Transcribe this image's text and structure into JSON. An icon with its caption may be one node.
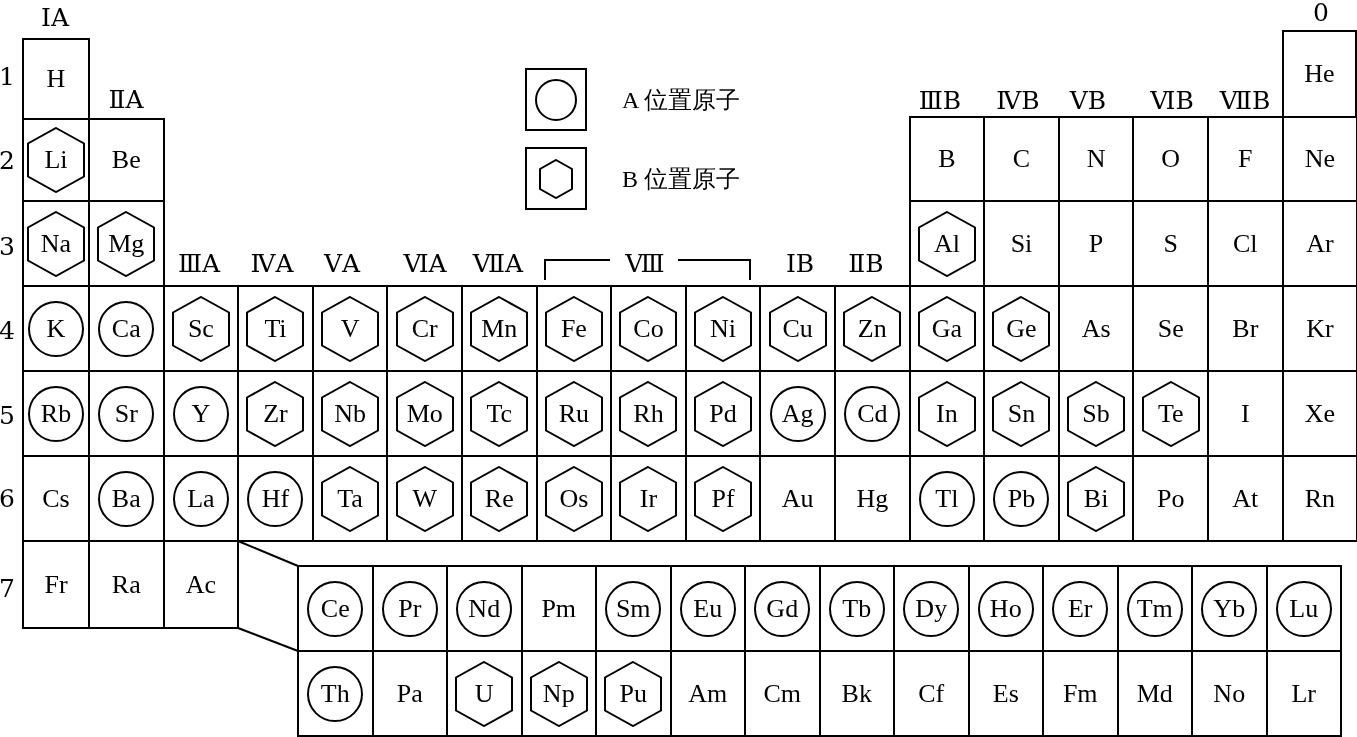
{
  "diagram": {
    "nodes": [
      {
        "text": [
          "H"
        ]
      },
      {
        "text": [
          "He"
        ]
      },
      {
        "text": [],
        "shape": "box"
      },
      {
        "text": [
          "Li"
        ],
        "in": 2
      },
      {
        "text": [
          "Be"
        ]
      },
      {
        "text": [
          "B"
        ]
      },
      {
        "text": [
          "C"
        ]
      },
      {
        "text": [
          "N"
        ]
      },
      {
        "text": [
          "O"
        ]
      },
      {
        "text": [
          "F"
        ]
      },
      {
        "text": [
          "Ne"
        ]
      },
      {
        "text": [],
        "shape": "box"
      },
      {
        "text": [
          "Na"
        ],
        "in": 11
      },
      {
        "text": [],
        "shape": "box"
      },
      {
        "text": [
          "Mg"
        ],
        "in": 13
      },
      {
        "text": [],
        "shape": "box"
      },
      {
        "text": [
          "Al"
        ],
        "in": 15
      },
      {
        "text": [
          "Si"
        ]
      },
      {
        "text": [
          "P"
        ]
      },
      {
        "text": [
          "S"
        ]
      },
      {
        "text": [
          "Cl"
        ]
      },
      {
        "text": [
          "Ar"
        ]
      },
      {
        "text": [],
        "shape": "box"
      },
      {
        "text": [
          "K"
        ],
        "in": 22
      },
      {
        "text": [],
        "shape": "box"
      },
      {
        "text": [
          "Ca"
        ],
        "in": 24
      },
      {
        "text": [],
        "shape": "box"
      },
      {
        "text": [
          "Sc"
        ],
        "in": 26
      },
      {
        "text": [],
        "shape": "box"
      },
      {
        "text": [
          "Ti"
        ],
        "in": 28
      },
      {
        "text": [],
        "shape": "box"
      },
      {
        "text": [
          "V"
        ],
        "in": 30
      },
      {
        "text": [],
        "shape": "box"
      },
      {
        "text": [
          "Cr"
        ],
        "in": 32
      },
      {
        "text": [],
        "shape": "box"
      },
      {
        "text": [
          "Mn"
        ],
        "in": 34
      },
      {
        "text": [],
        "shape": "box"
      },
      {
        "text": [
          "Fe"
        ],
        "in": 36
      },
      {
        "text": [],
        "shape": "box"
      },
      {
        "text": [
          "Co"
        ],
        "in": 38
      },
      {
        "text": [],
        "shape": "box"
      },
      {
        "text": [
          "Ni"
        ],
        "in": 40
      },
      {
        "text": [],
        "shape": "box"
      },
      {
        "text": [
          "Cu"
        ],
        "in": 42
      },
      {
        "text": [],
        "shape": "box"
      },
      {
        "text": [
          "Zn"
        ],
        "in": 44
      },
      {
        "text": [],
        "shape": "box"
      },
      {
        "text": [
          "Ga"
        ],
        "in": 46
      },
      {
        "text": [],
        "shape": "box"
      },
      {
        "text": [
          "Ge"
        ],
        "in": 48
      },
      {
        "text": [
          "As"
        ]
      },
      {
        "text": [
          "Se"
        ]
      },
      {
        "text": [
          "Br"
        ]
      },
      {
        "text": [
          "Kr"
        ]
      },
      {
        "text": [],
        "shape": "box"
      },
      {
        "text": [
          "Rb"
        ],
        "in": 54
      },
      {
        "text": [],
        "shape": "box"
      },
      {
        "text": [
          "Sr"
        ],
        "in": 56
      },
      {
        "text": [],
        "shape": "box"
      },
      {
        "text": [
          "Y"
        ],
        "in": 58
      },
      {
        "text": [],
        "shape": "box"
      },
      {
        "text": [
          "Zr"
        ],
        "in": 60
      },
      {
        "text": [],
        "shape": "box"
      },
      {
        "text": [
          "Nb"
        ],
        "in": 62
      },
      {
        "text": [],
        "shape": "box"
      },
      {
        "text": [
          "Mo"
        ],
        "in": 64
      },
      {
        "text": [],
        "shape": "box"
      },
      {
        "text": [
          "Tc"
        ],
        "in": 66
      },
      {
        "text": [],
        "shape": "box"
      },
      {
        "text": [
          "Ru"
        ],
        "in": 68
      },
      {
        "text": [],
        "shape": "box"
      },
      {
        "text": [
          "Rh"
        ],
        "in": 70
      },
      {
        "text": [],
        "shape": "box"
      },
      {
        "text": [
          "Pd"
        ],
        "in": 72
      },
      {
        "text": [],
        "shape": "box"
      },
      {
        "text": [
          "Ag"
        ],
        "in": 74
      },
      {
        "text": [],
        "shape": "box"
      },
      {
        "text": [
          "Cd"
        ],
        "in": 76
      },
      {
        "text": [],
        "shape": "box"
      },
      {
        "text": [
          "In"
        ],
        "in": 78
      },
      {
        "text": [],
        "shape": "box"
      },
      {
        "text": [
          "Sn"
        ],
        "in": 80
      },
      {
        "text": [],
        "shape": "box"
      },
      {
        "text": [
          "Sb"
        ],
        "in": 82
      },
      {
        "text": [],
        "shape": "box"
      },
      {
        "text": [
          "Te"
        ],
        "in": 84
      },
      {
        "text": [
          "I"
        ]
      },
      {
        "text": [
          "Xe"
        ]
      },
      {
        "text": [
          "Cs"
        ]
      },
      {
        "text": [],
        "shape": "box"
      },
      {
        "text": [
          "Ba"
        ],
        "in": 89
      },
      {
        "text": [],
        "shape": "box"
      },
      {
        "text": [
          "La"
        ],
        "in": 91
      },
      {
        "text": [],
        "shape": "box"
      },
      {
        "text": [
          "Hf"
        ],
        "in": 93
      },
      {
        "text": [],
        "shape": "box"
      },
      {
        "text": [
          "Ta"
        ],
        "in": 95
      },
      {
        "text": [],
        "shape": "box"
      },
      {
        "text": [
          "W"
        ],
        "in": 97
      },
      {
        "text": [],
        "shape": "box"
      },
      {
        "text": [
          "Re"
        ],
        "in": 99
      },
      {
        "text": [],
        "shape": "box"
      },
      {
        "text": [
          "Os"
        ],
        "in": 101
      },
      {
        "text": [],
        "shape": "box"
      },
      {
        "text": [
          "Ir"
        ],
        "in": 103
      },
      {
        "text": [],
        "shape": "box"
      },
      {
        "text": [
          "Pf"
        ],
        "in": 105
      },
      {
        "text": [
          "Au"
        ]
      },
      {
        "text": [
          "Hg"
        ]
      },
      {
        "text": [],
        "shape": "box"
      },
      {
        "text": [
          "Tl"
        ],
        "in": 109
      },
      {
        "text": [],
        "shape": "box"
      },
      {
        "text": [
          "Pb"
        ],
        "in": 111
      },
      {
        "text": [],
        "shape": "box"
      },
      {
        "text": [
          "Bi"
        ],
        "in": 113
      },
      {
        "text": [
          "Po"
        ]
      },
      {
        "text": [
          "At"
        ]
      },
      {
        "text": [
          "Rn"
        ]
      },
      {
        "text": [
          "Fr"
        ]
      },
      {
        "text": [
          "Ra"
        ]
      },
      {
        "text": [
          "Ac"
        ]
      },
      {
        "text": [],
        "shape": "box"
      },
      {
        "text": [
          "Ce"
        ],
        "in": 121
      },
      {
        "text": [],
        "shape": "box"
      },
      {
        "text": [
          "Pr"
        ],
        "in": 123
      },
      {
        "text": [],
        "shape": "box"
      },
      {
        "text": [
          "Nd"
        ],
        "in": 125
      },
      {
        "text": [
          "Pm"
        ]
      },
      {
        "text": [],
        "shape": "box"
      },
      {
        "text": [
          "Sm"
        ],
        "in": 128
      },
      {
        "text": [],
        "shape": "box"
      },
      {
        "text": [
          "Eu"
        ],
        "in": 130
      },
      {
        "text": [],
        "shape": "box"
      },
      {
        "text": [
          "Gd"
        ],
        "in": 132
      },
      {
        "text": [],
        "shape": "box"
      },
      {
        "text": [
          "Tb"
        ],
        "in": 134
      },
      {
        "text": [],
        "shape": "box"
      },
      {
        "text": [
          "Dy"
        ],
        "in": 136
      },
      {
        "text": [],
        "shape": "box"
      },
      {
        "text": [
          "Ho"
        ],
        "in": 138
      },
      {
        "text": [],
        "shape": "box"
      },
      {
        "text": [
          "Er"
        ],
        "in": 140
      },
      {
        "text": [],
        "shape": "box"
      },
      {
        "text": [
          "Tm"
        ],
        "in": 142
      },
      {
        "text": [],
        "shape": "box"
      },
      {
        "text": [
          "Yb"
        ],
        "in": 144
      },
      {
        "text": [],
        "shape": "box"
      },
      {
        "text": [
          "Lu"
        ],
        "in": 146
      },
      {
        "text": [],
        "shape": "box"
      },
      {
        "text": [
          "Th"
        ],
        "in": 148
      },
      {
        "text": [
          "Pa"
        ]
      },
      {
        "text": [],
        "shape": "box"
      },
      {
        "text": [
          "U"
        ],
        "in": 151
      },
      {
        "text": [],
        "shape": "box"
      },
      {
        "text": [
          "Np"
        ],
        "in": 153
      },
      {
        "text": [],
        "shape": "box"
      },
      {
        "text": [
          "Pu"
        ],
        "in": 155
      },
      {
        "text": [
          "Am"
        ]
      },
      {
        "text": [
          "Cm"
        ]
      },
      {
        "text": [
          "Bk"
        ]
      },
      {
        "text": [
          "Cf"
        ]
      },
      {
        "text": [
          "Es"
        ]
      },
      {
        "text": [
          "Fm"
        ]
      },
      {
        "text": [
          "Md"
        ]
      },
      {
        "text": [
          "No"
        ]
      },
      {
        "text": [
          "Lr"
        ]
      }
    ],
    "labels": [
      "ⅠA",
      "0",
      "1",
      "ⅡA",
      "ⅢB",
      "ⅣB",
      "ⅤB",
      "ⅥB",
      "ⅦB",
      "2",
      "3",
      "ⅢA",
      "ⅣA",
      "ⅤA",
      "ⅥA",
      "ⅦA",
      "Ⅷ",
      "ⅠB",
      "ⅡB",
      "4",
      "5",
      "6",
      "7"
    ],
    "legend": [
      {
        "text": "A 位置原子"
      },
      {
        "text": "B 位置原子"
      }
    ]
  }
}
